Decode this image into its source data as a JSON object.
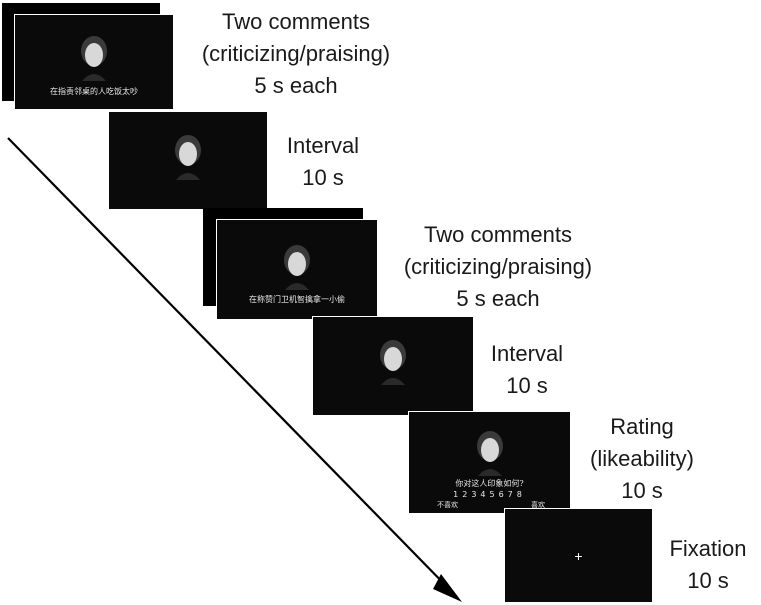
{
  "steps": [
    {
      "label": [
        "Two comments",
        "(criticizing/praising)",
        "5 s each"
      ],
      "caption": "在指责邻桌的人吃饭太吵"
    },
    {
      "label": [
        "Interval",
        "10 s"
      ]
    },
    {
      "label": [
        "Two comments",
        "(criticizing/praising)",
        "5 s each"
      ],
      "caption": "在称赞门卫机智擒拿一小偷"
    },
    {
      "label": [
        "Interval",
        "10 s"
      ]
    },
    {
      "label": [
        "Rating",
        "(likeability)",
        "10 s"
      ],
      "question": "你对这人印象如何?",
      "scale": "12345678",
      "left_anchor": "不喜欢",
      "right_anchor": "喜欢"
    },
    {
      "label": [
        "Fixation",
        "10 s"
      ],
      "fixation": "+"
    }
  ],
  "colors": {
    "screen": "#0a0a0a",
    "arrow": "#000000"
  }
}
